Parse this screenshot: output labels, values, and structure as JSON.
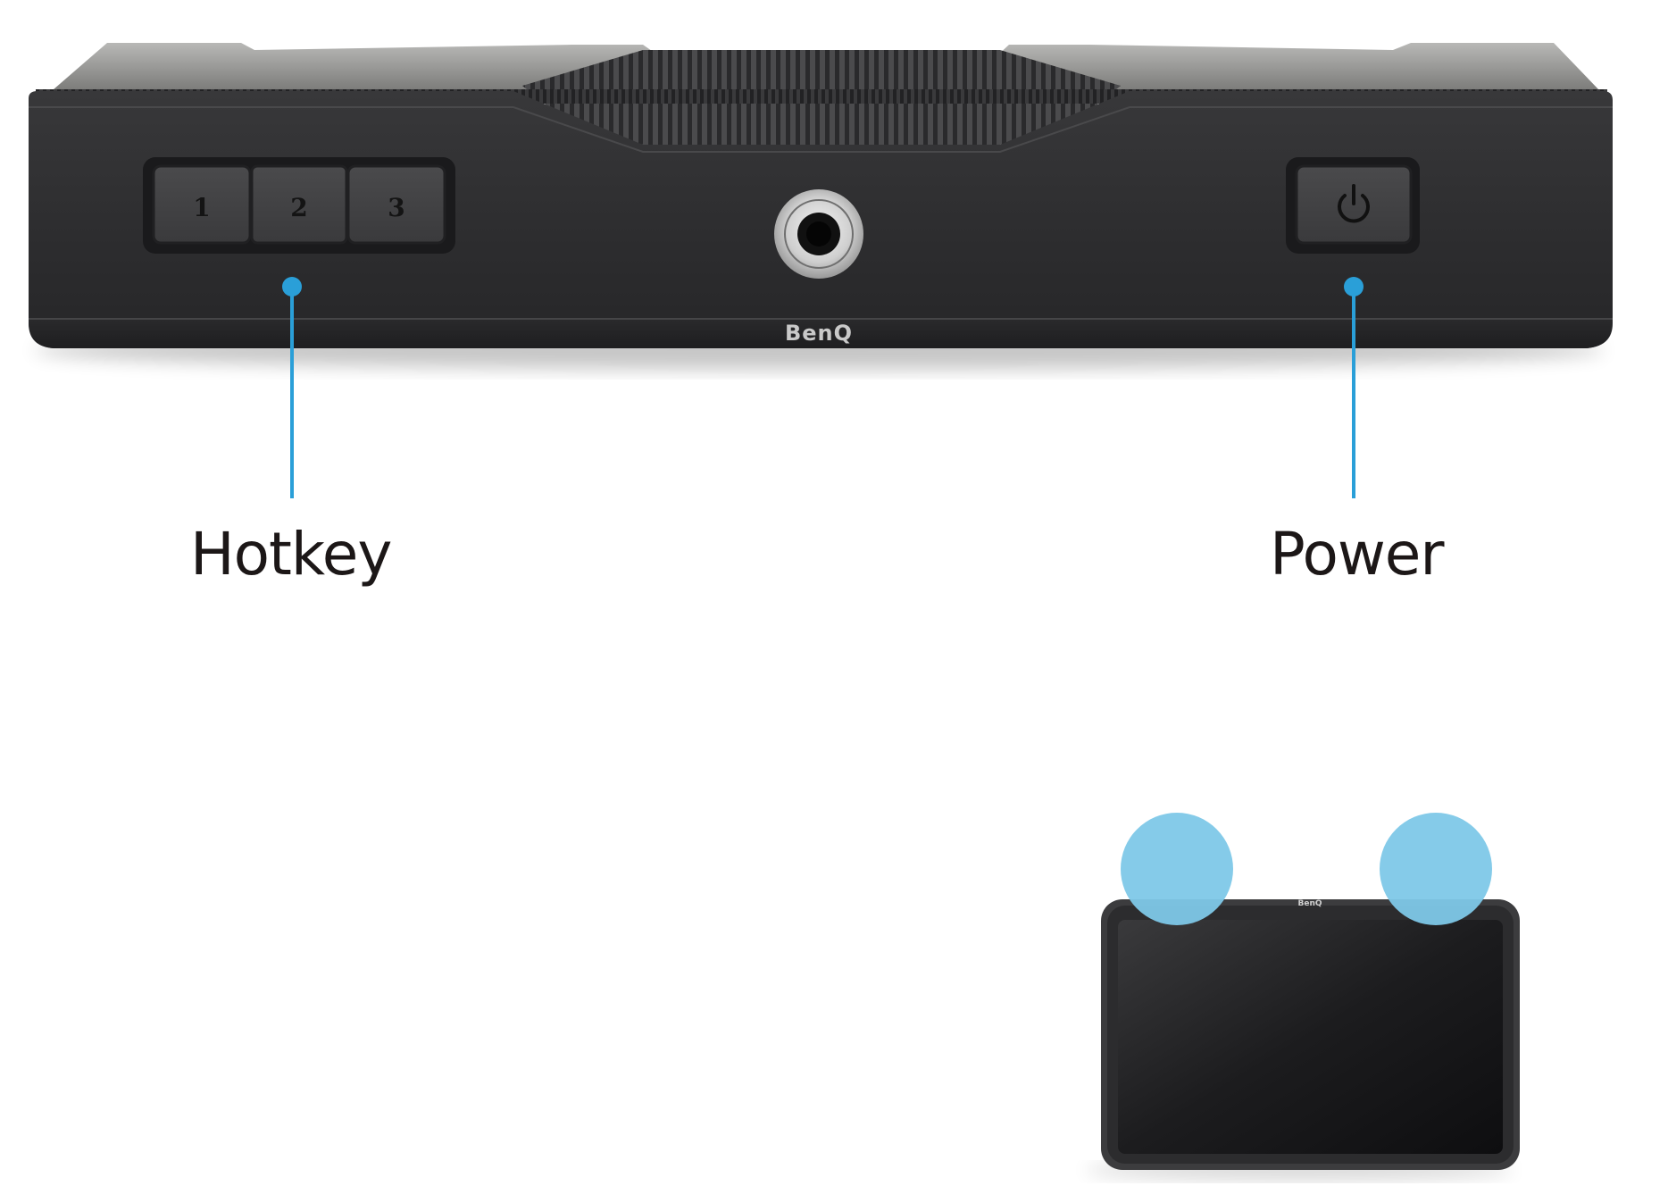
{
  "device": {
    "brand": "BenQ",
    "hotkey_buttons": [
      "1",
      "2",
      "3"
    ],
    "power_button_icon": "power-icon",
    "colors": {
      "callout": "#2a9fd8",
      "highlight": "#7ec8e8",
      "body": "#2b2b2d",
      "label_text": "#1c1717"
    }
  },
  "callouts": {
    "hotkey": "Hotkey",
    "power": "Power"
  }
}
